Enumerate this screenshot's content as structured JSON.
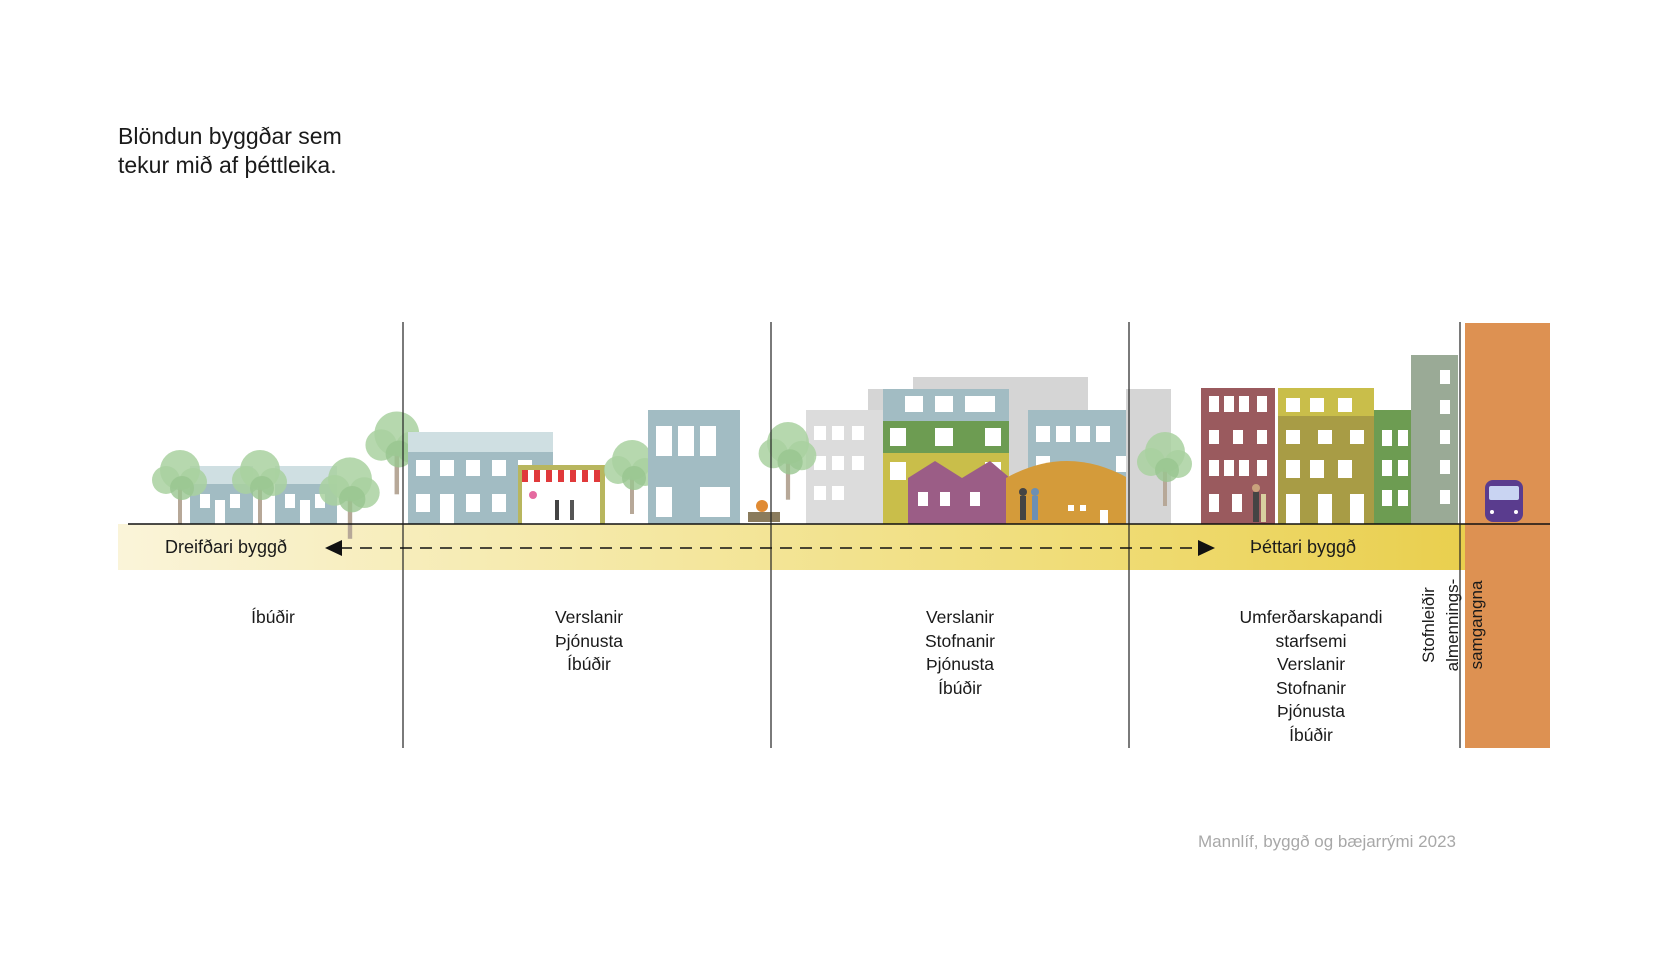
{
  "title": {
    "line1": "Blöndun byggðar sem",
    "line2": "tekur mið af þéttleika."
  },
  "band": {
    "left_label": "Dreifðari byggð",
    "right_label": "Þéttari byggð"
  },
  "columns": [
    {
      "lines": [
        "Íbúðir"
      ]
    },
    {
      "lines": [
        "Verslanir",
        "Þjónusta",
        "Íbúðir"
      ]
    },
    {
      "lines": [
        "Verslanir",
        "Stofnanir",
        "Þjónusta",
        "Íbúðir"
      ]
    },
    {
      "lines": [
        "Umferðarskapandi",
        "starfsemi",
        "Verslanir",
        "Stofnanir",
        "Þjónusta",
        "Íbúðir"
      ]
    }
  ],
  "transit": {
    "lines": [
      "Stofnleiðir",
      "almennings-",
      "samgangna"
    ]
  },
  "credit": "Mannlíf, byggð og bæjarrými 2023",
  "colors": {
    "transit_orange": "#dd9152",
    "band_light": "#f7efc9",
    "band_dark": "#e9d25a",
    "tree_green": "#a9d1a0",
    "building_blue": "#a2bcc3",
    "building_red": "#9a5a5e",
    "building_olive": "#a89c45",
    "building_green": "#6d9c52",
    "building_purple": "#9b5d86",
    "building_gold": "#d49b3a",
    "tram_purple": "#5a3c8e"
  },
  "icons": [
    "tree-icon",
    "house-icon",
    "shop-icon",
    "people-icon",
    "tram-icon",
    "arrow-left-icon",
    "arrow-right-icon"
  ]
}
